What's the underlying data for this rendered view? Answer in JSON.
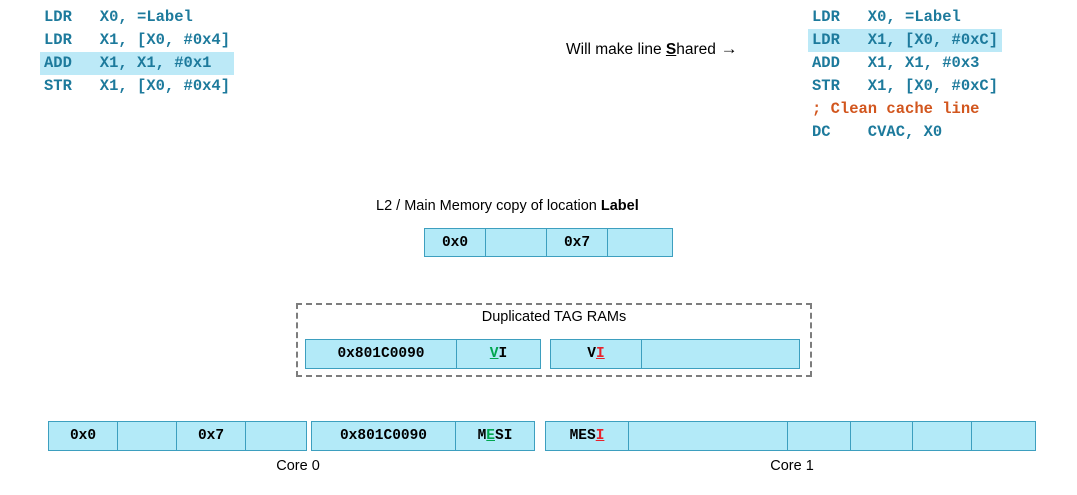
{
  "code_left": {
    "name": "core0-code",
    "lines": [
      {
        "text": "LDR   X0, =Label",
        "highlight": false,
        "comment": false
      },
      {
        "text": "LDR   X1, [X0, #0x4]",
        "highlight": false,
        "comment": false
      },
      {
        "text": "ADD   X1, X1, #0x1",
        "highlight": true,
        "comment": false
      },
      {
        "text": "STR   X1, [X0, #0x4]",
        "highlight": false,
        "comment": false
      }
    ]
  },
  "code_right": {
    "name": "core1-code",
    "lines": [
      {
        "text": "LDR   X0, =Label",
        "highlight": false,
        "comment": false
      },
      {
        "text": "LDR   X1, [X0, #0xC]",
        "highlight": true,
        "comment": false
      },
      {
        "text": "ADD   X1, X1, #0x3",
        "highlight": false,
        "comment": false
      },
      {
        "text": "STR   X1, [X0, #0xC]",
        "highlight": false,
        "comment": false
      },
      {
        "text": "; Clean cache line",
        "highlight": false,
        "comment": true
      },
      {
        "text": "DC    CVAC, X0",
        "highlight": false,
        "comment": false
      }
    ]
  },
  "annotation": {
    "prefix": "Will make line ",
    "emphasis": "S",
    "suffix": "hared",
    "arrow": "→"
  },
  "l2": {
    "label_prefix": "L2 / Main Memory copy of location ",
    "label_bold": "Label",
    "cells": [
      {
        "text": "0x0",
        "width": 62
      },
      {
        "text": "",
        "width": 62
      },
      {
        "text": "0x7",
        "width": 62
      },
      {
        "text": "",
        "width": 66
      }
    ]
  },
  "tag_rams": {
    "title": "Duplicated TAG RAMs",
    "cells": [
      {
        "text": "0x801C0090",
        "width": 152,
        "kind": "plain"
      },
      {
        "text": "VI",
        "width": 85,
        "kind": "state",
        "letters": [
          {
            "ch": "V",
            "style": "green"
          },
          {
            "ch": "I",
            "style": "plain"
          }
        ]
      },
      {
        "text": "",
        "width": 11,
        "kind": "gap"
      },
      {
        "text": "VI",
        "width": 92,
        "kind": "state",
        "letters": [
          {
            "ch": "V",
            "style": "plain"
          },
          {
            "ch": "I",
            "style": "red"
          }
        ]
      },
      {
        "text": "",
        "width": 159,
        "kind": "plain"
      }
    ]
  },
  "cache": {
    "core0_label": "Core 0",
    "core1_label": "Core 1",
    "cells": [
      {
        "text": "0x0",
        "width": 70,
        "kind": "plain"
      },
      {
        "text": "",
        "width": 60,
        "kind": "plain"
      },
      {
        "text": "0x7",
        "width": 70,
        "kind": "plain"
      },
      {
        "text": "",
        "width": 62,
        "kind": "plain"
      },
      {
        "text": "",
        "width": 6,
        "kind": "gap"
      },
      {
        "text": "0x801C0090",
        "width": 145,
        "kind": "plain"
      },
      {
        "text": "MESI",
        "width": 80,
        "kind": "state",
        "letters": [
          {
            "ch": "M",
            "style": "plain"
          },
          {
            "ch": "E",
            "style": "green"
          },
          {
            "ch": "S",
            "style": "plain"
          },
          {
            "ch": "I",
            "style": "plain"
          }
        ]
      },
      {
        "text": "",
        "width": 12,
        "kind": "gap"
      },
      {
        "text": "MESI",
        "width": 84,
        "kind": "state",
        "letters": [
          {
            "ch": "M",
            "style": "plain"
          },
          {
            "ch": "E",
            "style": "plain"
          },
          {
            "ch": "S",
            "style": "plain"
          },
          {
            "ch": "I",
            "style": "red"
          }
        ]
      },
      {
        "text": "",
        "width": 160,
        "kind": "plain"
      },
      {
        "text": "",
        "width": 64,
        "kind": "plain"
      },
      {
        "text": "",
        "width": 63,
        "kind": "plain"
      },
      {
        "text": "",
        "width": 60,
        "kind": "plain"
      },
      {
        "text": "",
        "width": 65,
        "kind": "plain"
      }
    ]
  },
  "colors": {
    "code": "#1D7A9C",
    "comment": "#D2561E",
    "highlight": "#BCE9F7",
    "cell_fill": "#B3EAF8",
    "cell_border": "#3D9FBF",
    "state_valid": "#00A64F",
    "state_invalid": "#E8212B"
  }
}
